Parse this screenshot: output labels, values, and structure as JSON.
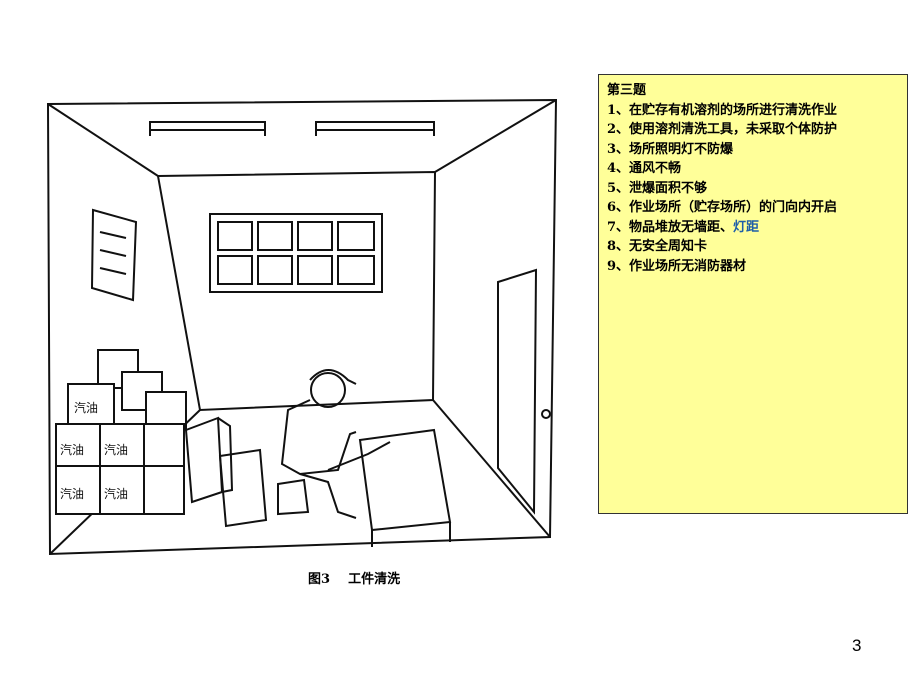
{
  "figure": {
    "caption": "图3    工件清洗",
    "container_label": "汽油"
  },
  "note": {
    "title": "第三题",
    "items": [
      "1、在贮存有机溶剂的场所进行清洗作业",
      "2、使用溶剂清洗工具，未采取个体防护",
      "3、场所照明灯不防爆",
      "4、通风不畅",
      "5、泄爆面积不够",
      "6、作业场所（贮存场所）的门向内开启",
      "9、作业场所无消防器材"
    ],
    "item7_prefix": "7、物品堆放无墙距、",
    "item7_highlight": "灯距",
    "item8": "8、无安全周知卡",
    "background_color": "#ffff99",
    "highlight_color": "#1f5fa8"
  },
  "page_number": "3"
}
